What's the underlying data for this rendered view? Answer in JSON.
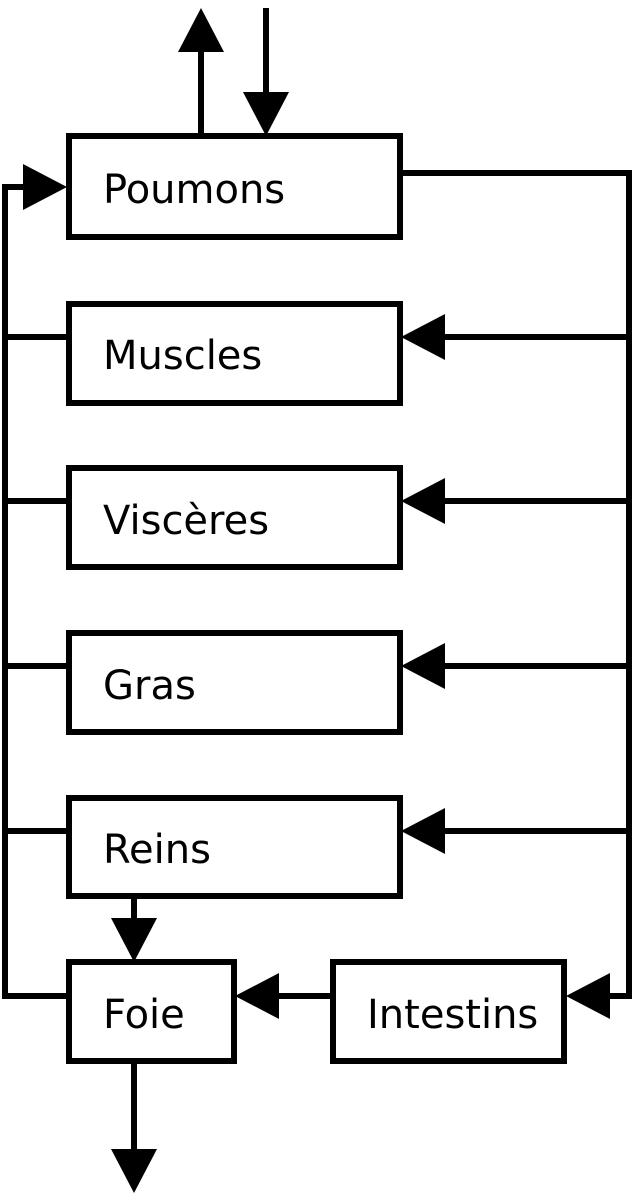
{
  "diagram": {
    "colors": {
      "stroke": "#000000",
      "background": "#ffffff"
    },
    "nodes": {
      "poumons": "Poumons",
      "muscles": "Muscles",
      "visceres": "Viscères",
      "gras": "Gras",
      "reins": "Reins",
      "foie": "Foie",
      "intestins": "Intestins"
    }
  }
}
